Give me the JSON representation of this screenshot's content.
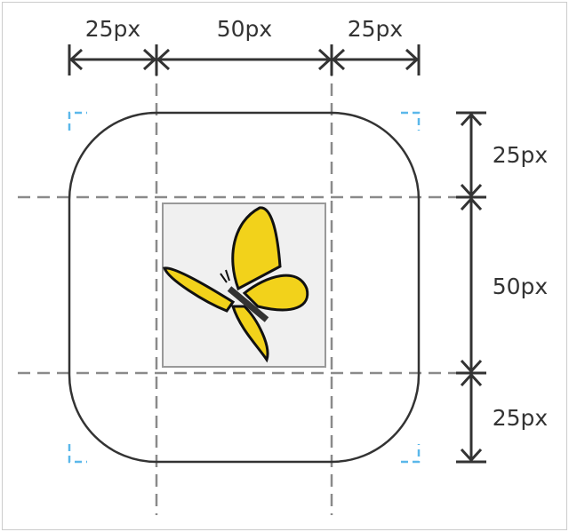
{
  "dimensions": {
    "top": [
      "25px",
      "50px",
      "25px"
    ],
    "right": [
      "25px",
      "50px",
      "25px"
    ]
  },
  "colors": {
    "outline": "#333333",
    "guide": "#8a8a8a",
    "corner_marks": "#5bb8ea",
    "image_bg": "#f0f0f0",
    "butterfly_wing": "#f2d21b"
  },
  "image": {
    "icon": "butterfly-icon"
  }
}
